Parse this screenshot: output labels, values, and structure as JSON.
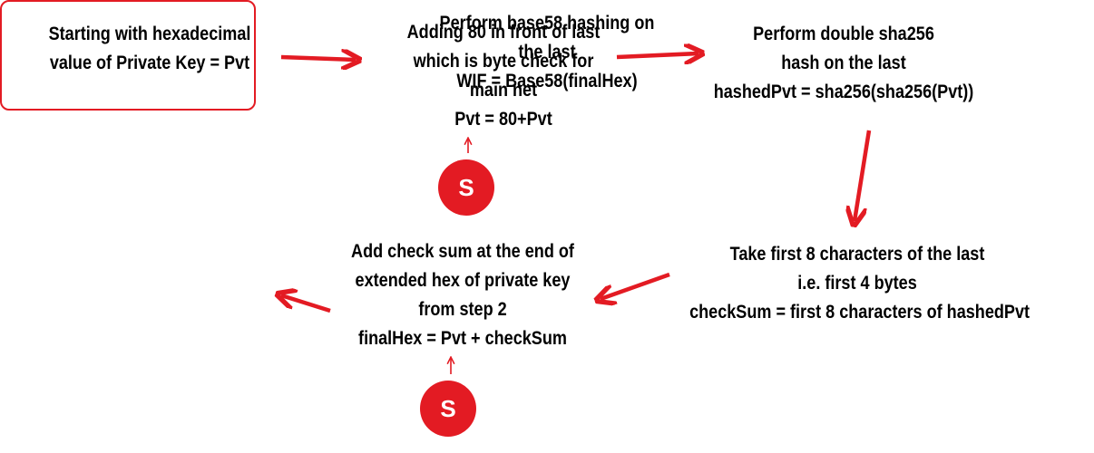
{
  "steps": [
    {
      "lines": [
        "Starting with hexadecimal",
        "value of Private Key = Pvt"
      ]
    },
    {
      "lines": [
        "Adding 80 in front of last",
        "which is byte check for",
        "main net",
        "Pvt = 80+Pvt"
      ]
    },
    {
      "lines": [
        "Perform double sha256",
        "hash on the last",
        "hashedPvt = sha256(sha256(Pvt))"
      ]
    },
    {
      "lines": [
        "Take first 8 characters of the last",
        "i.e. first 4 bytes",
        "checkSum = first 8 characters of hashedPvt"
      ]
    },
    {
      "lines": [
        "Add check sum at the end of",
        "extended hex of private key",
        "from step 2",
        "finalHex = Pvt + checkSum"
      ]
    },
    {
      "lines": [
        "Perform base58 hashing on",
        "the last",
        "WIF = Base58(finalHex)"
      ]
    }
  ],
  "badges": [
    {
      "label": "S"
    },
    {
      "label": "S"
    }
  ],
  "colors": {
    "accent": "#e31b23",
    "text": "#000000",
    "background": "#ffffff"
  }
}
